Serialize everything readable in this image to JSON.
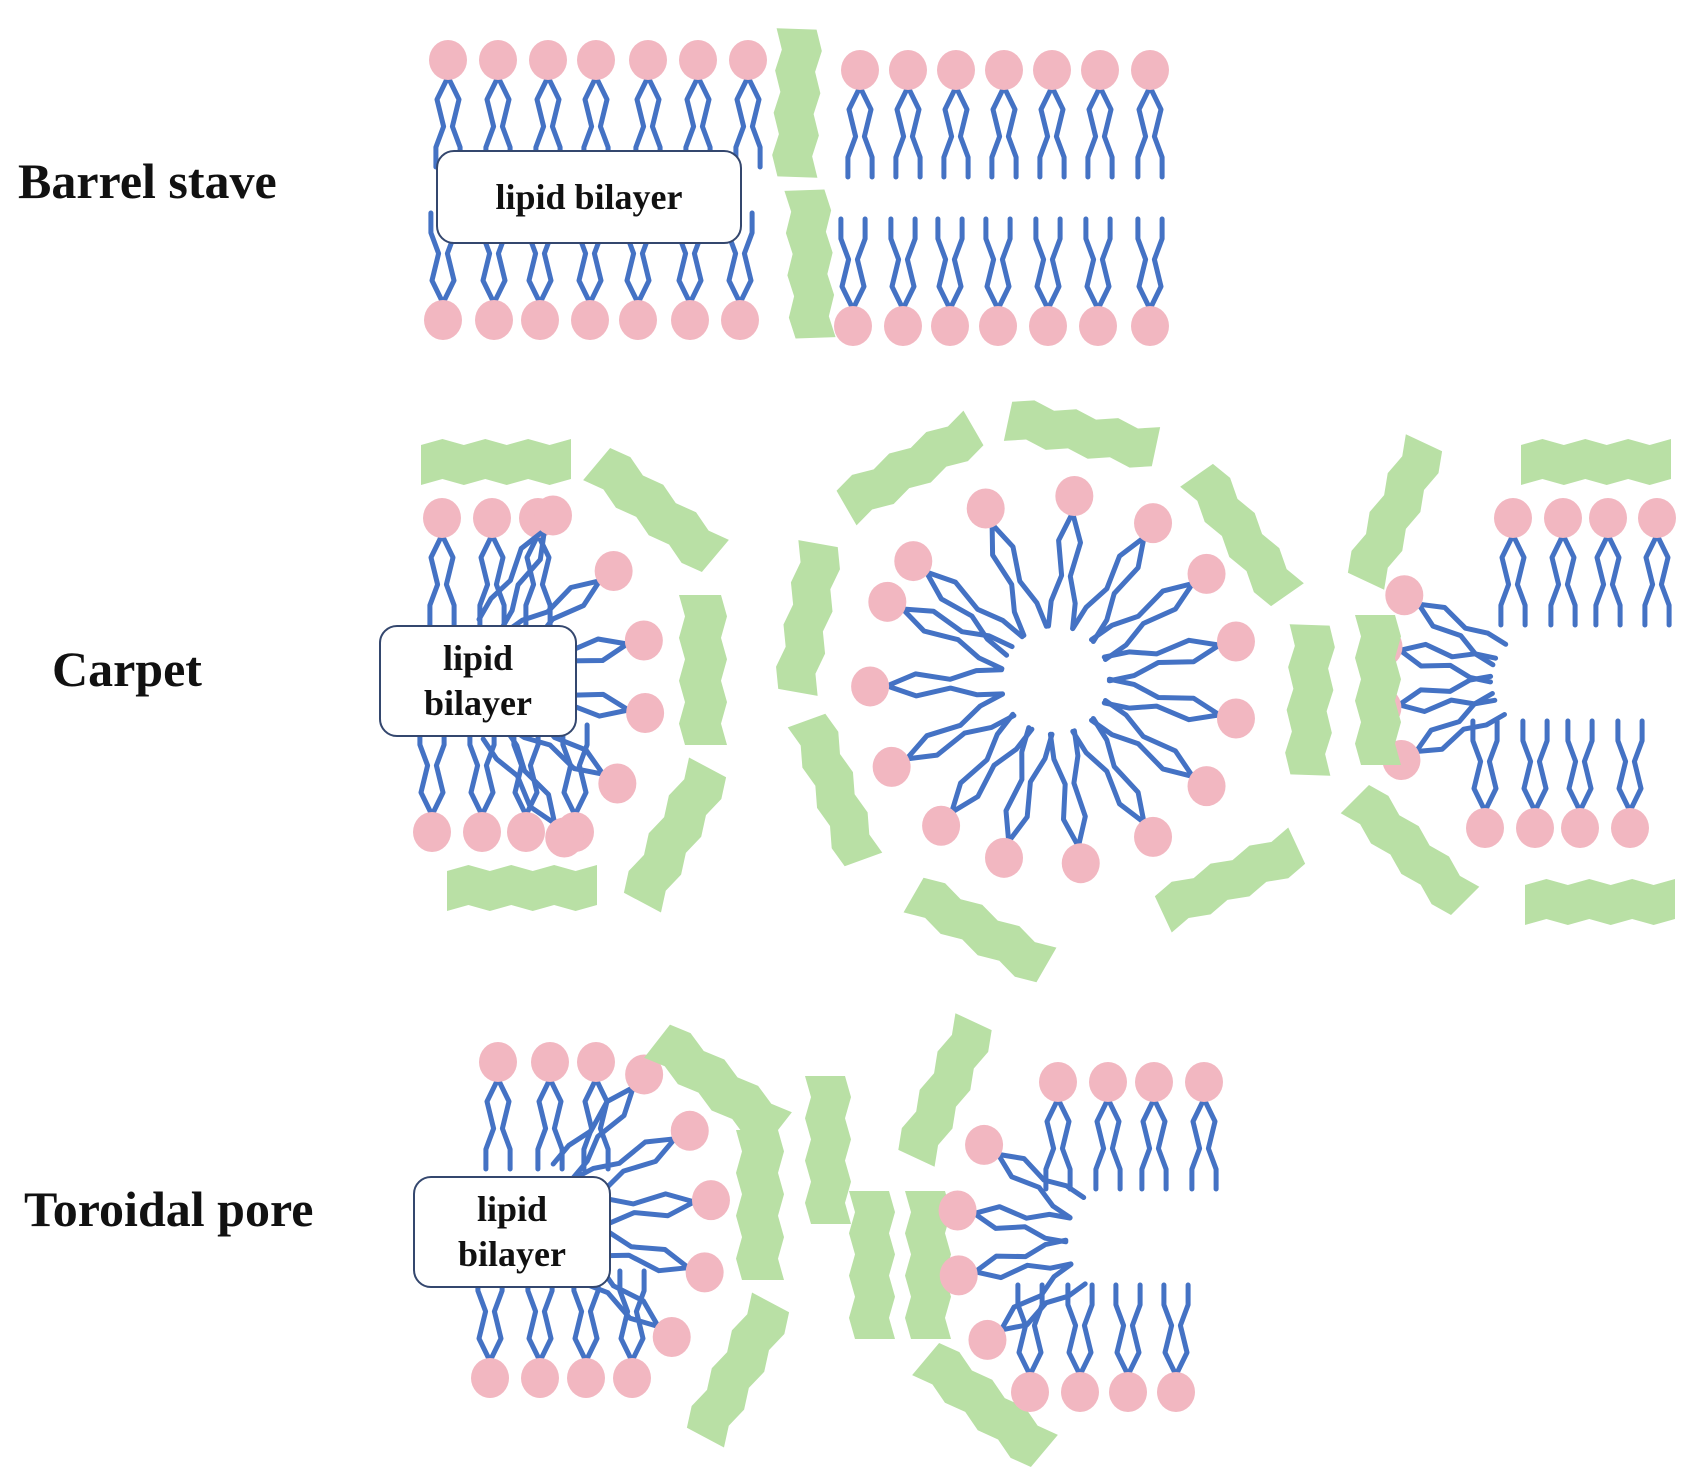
{
  "mechanisms": [
    {
      "id": "barrel-stave",
      "label": "Barrel stave",
      "callout_lines": [
        "lipid bilayer"
      ]
    },
    {
      "id": "carpet",
      "label": "Carpet",
      "callout_lines": [
        "lipid",
        "bilayer"
      ]
    },
    {
      "id": "toroidal-pore",
      "label": "Toroidal pore",
      "callout_lines": [
        "lipid",
        "bilayer"
      ]
    }
  ],
  "colors": {
    "lipid_head": "#f2b7c1",
    "lipid_tail": "#4472c4",
    "peptide": "#b9e0a5",
    "callout_border": "#34476e",
    "text": "#111111"
  },
  "icons": {
    "lipid": "pink-head-blue-tail-lipid",
    "peptide": "green-wavy-rectangle"
  }
}
